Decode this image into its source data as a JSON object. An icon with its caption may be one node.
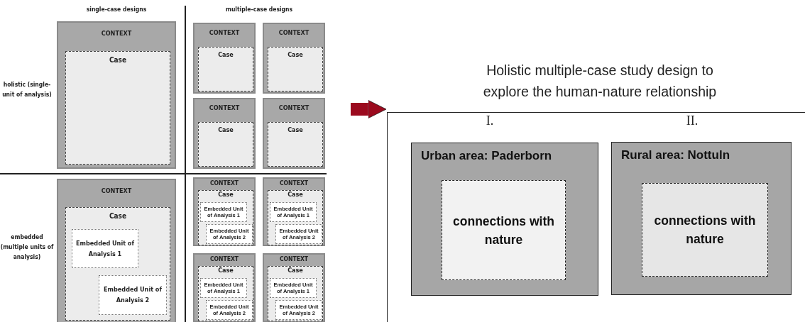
{
  "diagram": {
    "title": "Holistic multiple-case study design to explore the human-nature relationship",
    "nodes": [
      {
        "text": [
          "CONTEXT"
        ]
      },
      {
        "text": [
          "Case"
        ],
        "in": 0
      },
      {
        "text": [
          "CONTEXT"
        ]
      },
      {
        "text": [
          "Case"
        ],
        "in": 2
      },
      {
        "text": [
          "CONTEXT"
        ]
      },
      {
        "text": [
          "Case"
        ],
        "in": 4
      },
      {
        "text": [
          "CONTEXT"
        ]
      },
      {
        "text": [
          "Case"
        ],
        "in": 6
      },
      {
        "text": [
          "CONTEXT"
        ]
      },
      {
        "text": [
          "Case"
        ],
        "in": 8
      },
      {
        "text": [
          "CONTEXT"
        ]
      },
      {
        "text": [
          "Case"
        ],
        "in": 10
      },
      {
        "text": [
          "Embedded Unit of Analysis 1"
        ],
        "in": 11
      },
      {
        "text": [
          "Embedded Unit of Analysis 2"
        ],
        "in": 11
      },
      {
        "text": [
          "CONTEXT"
        ]
      },
      {
        "text": [
          "Case"
        ],
        "in": 14
      },
      {
        "text": [
          "Embedded Unit of Analysis 1"
        ],
        "in": 15
      },
      {
        "text": [
          "Embedded Unit of Analysis 2"
        ],
        "in": 15
      },
      {
        "text": [
          "CONTEXT"
        ]
      },
      {
        "text": [
          "Case"
        ],
        "in": 18
      },
      {
        "text": [
          "Embedded Unit of Analysis 1"
        ],
        "in": 19
      },
      {
        "text": [
          "Embedded Unit of Analysis 2"
        ],
        "in": 19
      },
      {
        "text": [
          "CONTEXT"
        ]
      },
      {
        "text": [
          "Case"
        ],
        "in": 22
      },
      {
        "text": [
          "Embedded Unit of Analysis 1"
        ],
        "in": 23
      },
      {
        "text": [
          "Embedded Unit of Analysis 2"
        ],
        "in": 23
      },
      {
        "text": [
          "CONTEXT"
        ]
      },
      {
        "text": [
          "Case"
        ],
        "in": 26
      },
      {
        "text": [
          "Embedded Unit of Analysis 1"
        ],
        "in": 27
      },
      {
        "text": [
          "Embedded Unit of Analysis 2"
        ],
        "in": 27
      },
      {
        "text": [],
        "shape": "box"
      },
      {
        "text": [
          "Urban area: Paderborn"
        ],
        "in": 30
      },
      {
        "text": [
          "connections with nature"
        ],
        "in": 31
      },
      {
        "text": [
          "Rural area: Nottuln"
        ],
        "in": 30
      },
      {
        "text": [
          "connections with nature"
        ],
        "in": 33
      }
    ],
    "edges": [
      {
        "from": null,
        "to": 30,
        "arrow": "to",
        "color": "#9b0a1e"
      }
    ],
    "labels": [
      "single-case designs",
      "multiple-case designs",
      "holistic (single-unit of analysis)",
      "embedded (multiple units of analysis)",
      "I.",
      "II."
    ]
  }
}
